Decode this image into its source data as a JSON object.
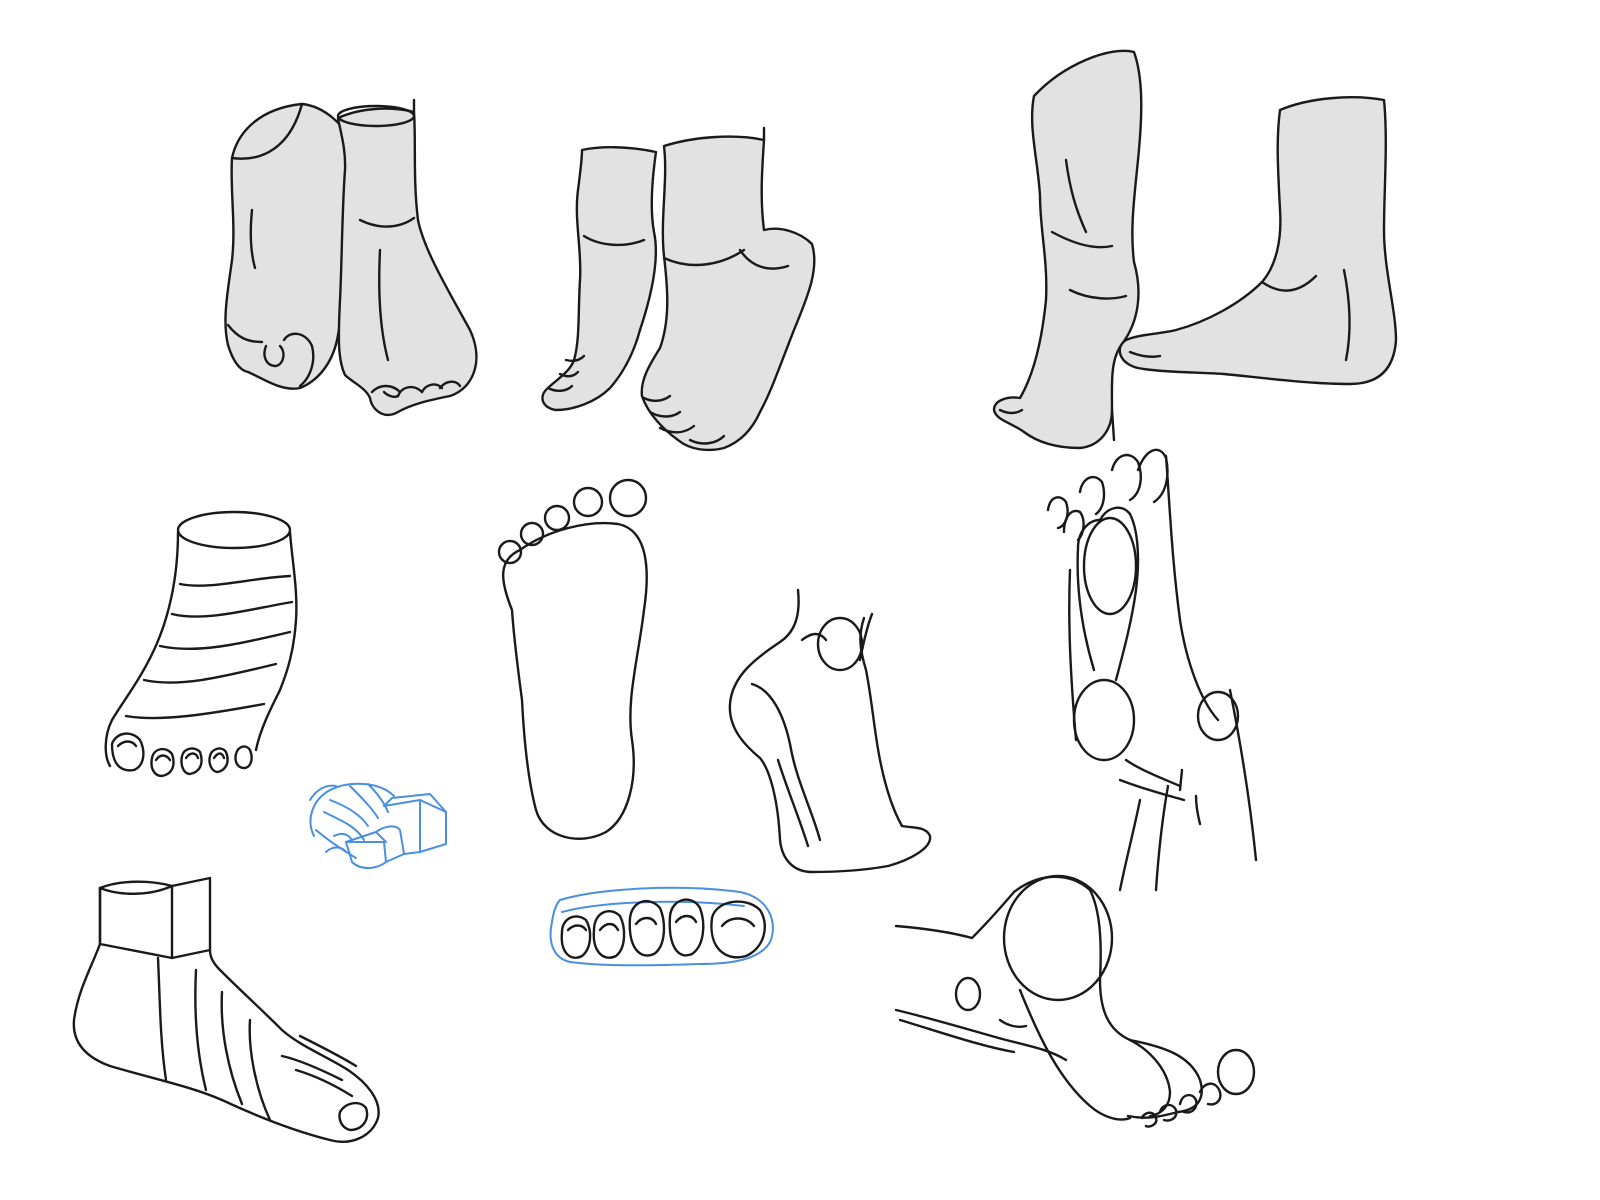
{
  "colors": {
    "background": "#ffffff",
    "ink": "#1a1a1a",
    "shade": "#e2e2e2",
    "construction_blue": "#4a8fe0"
  },
  "sketches": [
    {
      "name": "pair-of-feet-front-view",
      "shaded": true
    },
    {
      "name": "pair-of-feet-tiptoe-view",
      "shaded": true
    },
    {
      "name": "pair-of-legs-side-view",
      "shaded": true
    },
    {
      "name": "foot-three-quarter-contour",
      "shaded": false
    },
    {
      "name": "footprint-sole-outline",
      "shaded": false
    },
    {
      "name": "foot-back-heel-view",
      "shaded": false
    },
    {
      "name": "foot-sole-raised-view",
      "shaded": false
    },
    {
      "name": "toes-box-construction",
      "shaded": false,
      "ink": "blue"
    },
    {
      "name": "foot-block-construction",
      "shaded": false
    },
    {
      "name": "toes-row-construction",
      "shaded": false,
      "ink": "blue"
    },
    {
      "name": "foot-sole-perspective",
      "shaded": false
    }
  ]
}
